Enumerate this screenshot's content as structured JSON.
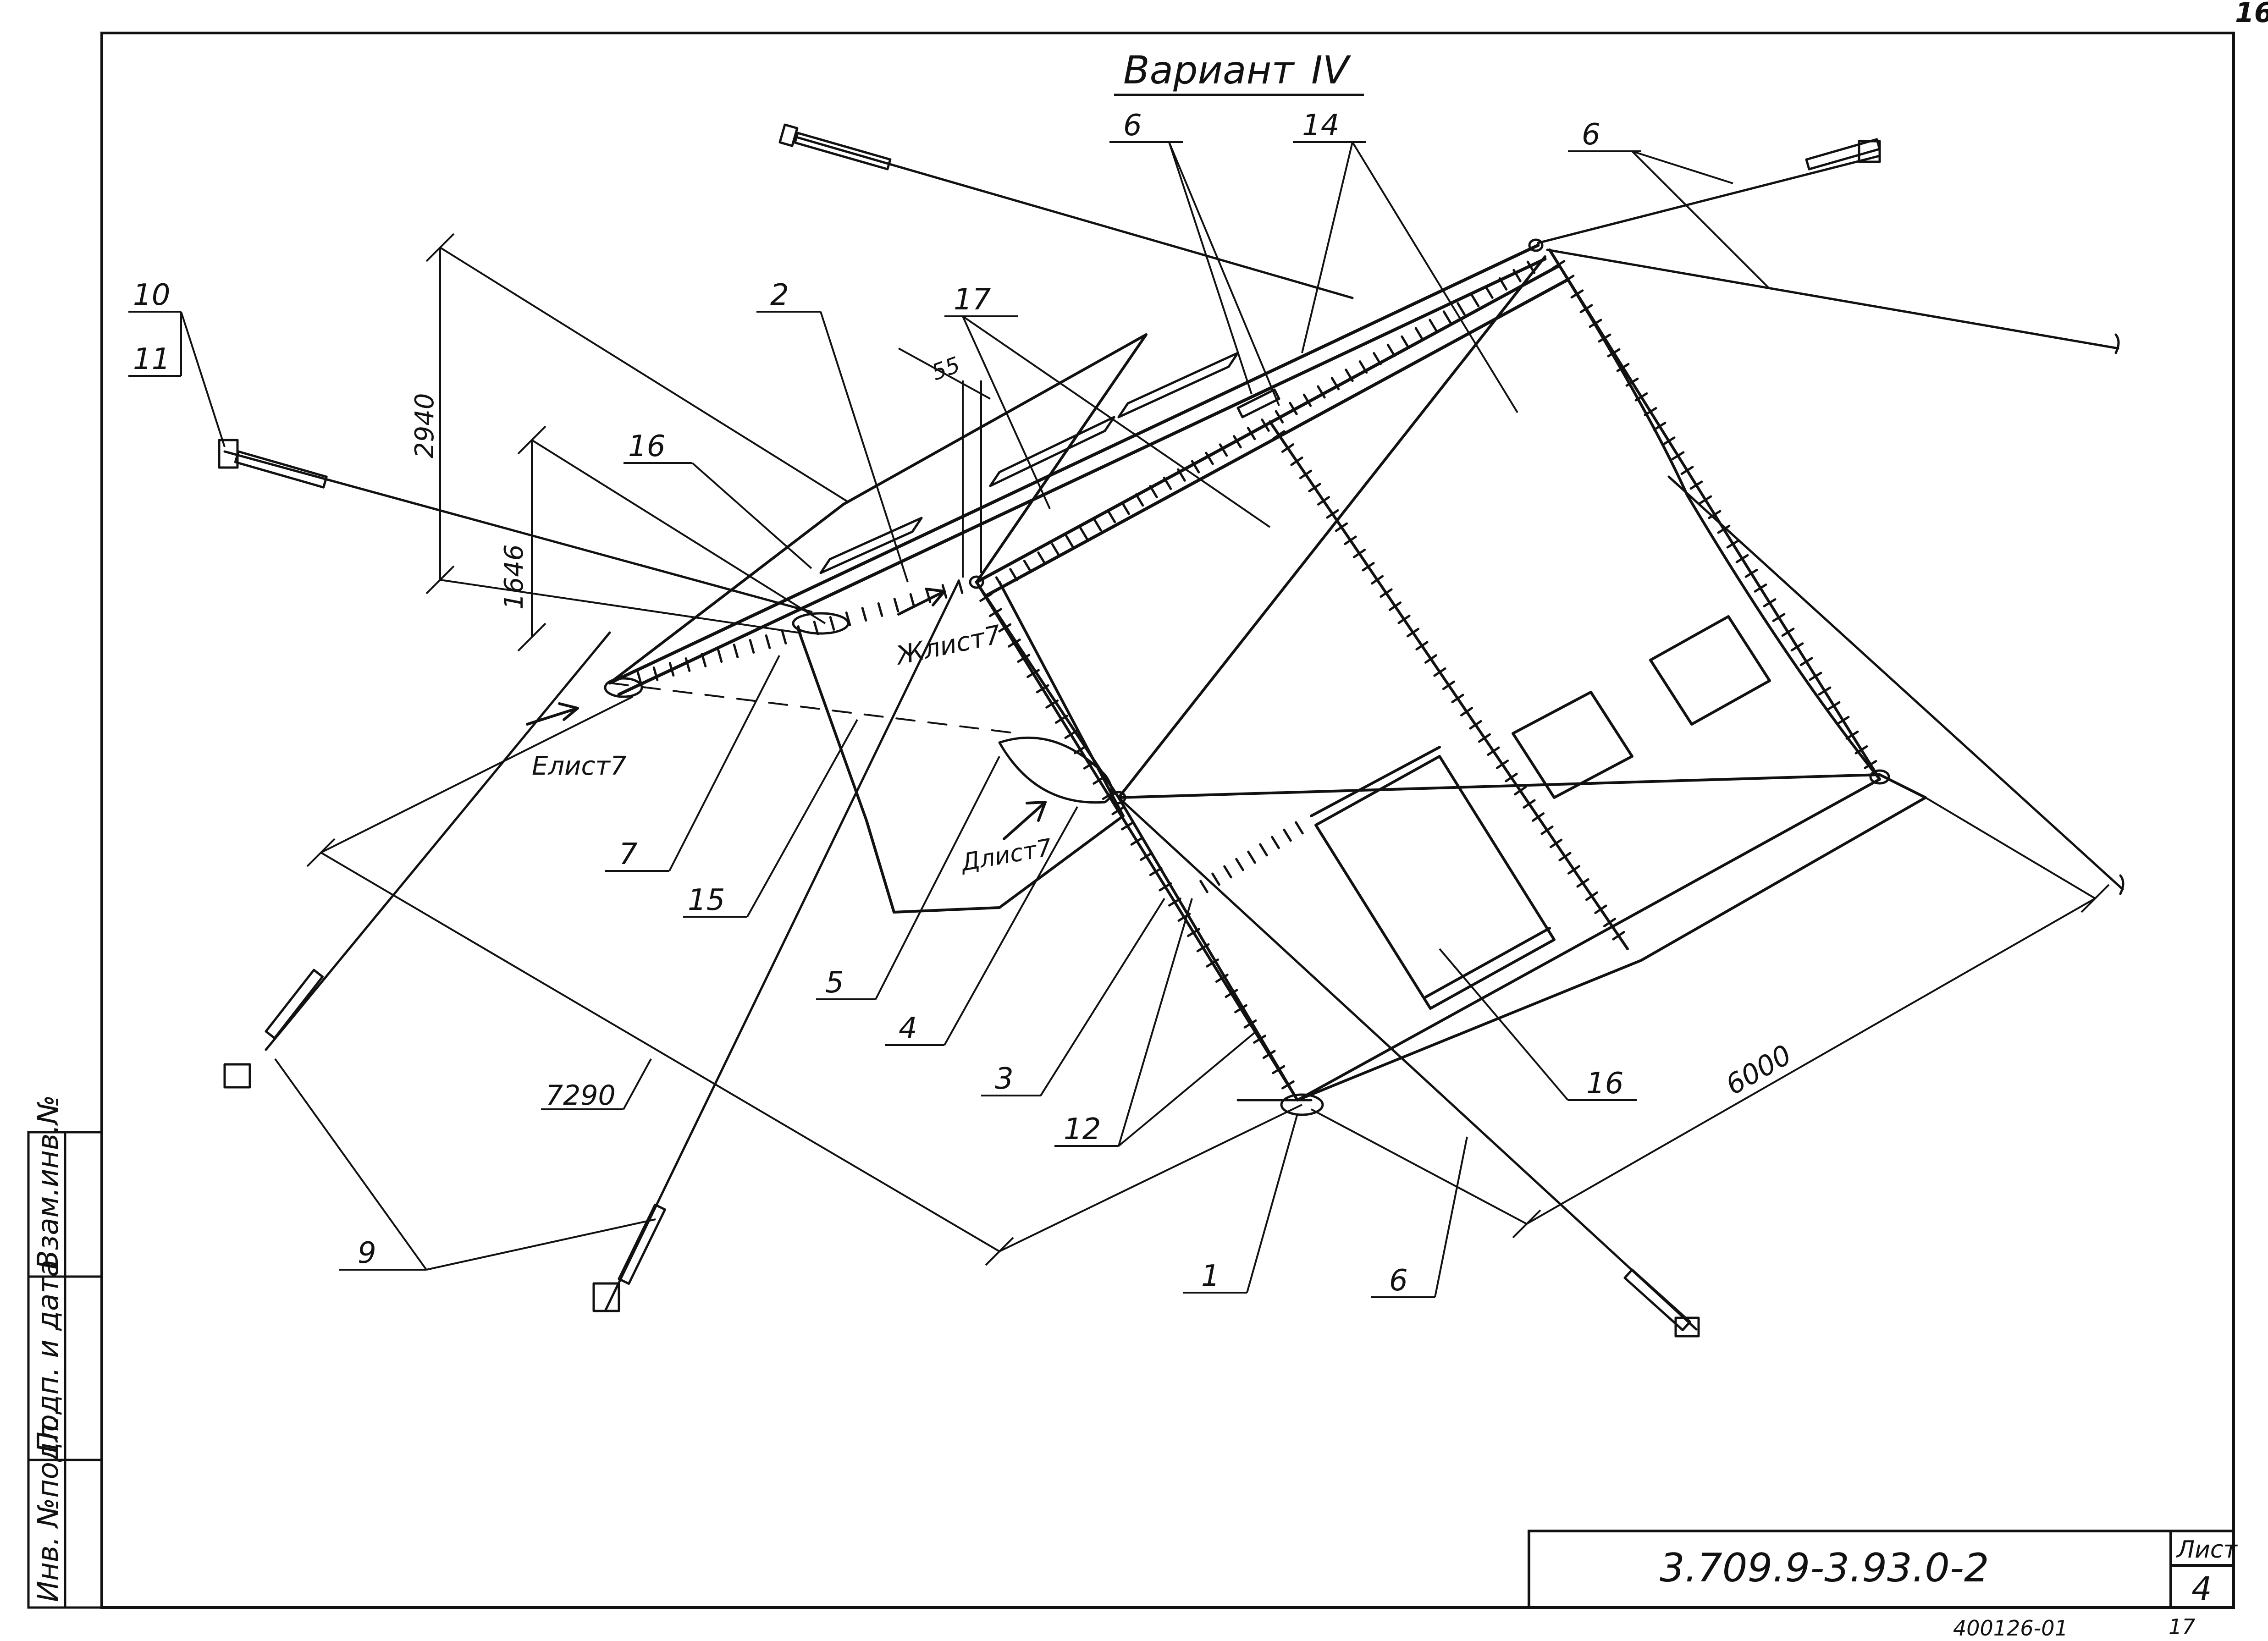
{
  "sheet": {
    "page_corner_number": "16",
    "title": "Вариант",
    "title_roman": "IV"
  },
  "callouts": {
    "c10": "10",
    "c11": "11",
    "c2": "2",
    "c17": "17",
    "c6_top": "6",
    "c14": "14",
    "c6_right": "6",
    "c16_left": "16",
    "c7": "7",
    "c15": "15",
    "c5": "5",
    "c4": "4",
    "c3": "3",
    "c12": "12",
    "c9": "9",
    "c1": "1",
    "c6_bottom": "6",
    "c16_right": "16"
  },
  "dimensions": {
    "d2940": "2940",
    "d1646": "1646",
    "d55": "55",
    "d7290": "7290",
    "d6000": "6000"
  },
  "views": {
    "e": "Елист7",
    "zh": "Жлист7",
    "d": "Длист7"
  },
  "side_stamp": {
    "inv_podl": "Инв. №подл.",
    "podp_data": "Подп. и дата",
    "vzam_inv": "Взам.инв.№"
  },
  "title_block": {
    "document_code": "3.709.9-3.93.0-2",
    "sheet_label": "Лист",
    "sheet_number": "4"
  },
  "footer": {
    "archive_code": "400126-01",
    "page_number": "17"
  },
  "colors": {
    "ink": "#111111",
    "paper": "#ffffff"
  }
}
